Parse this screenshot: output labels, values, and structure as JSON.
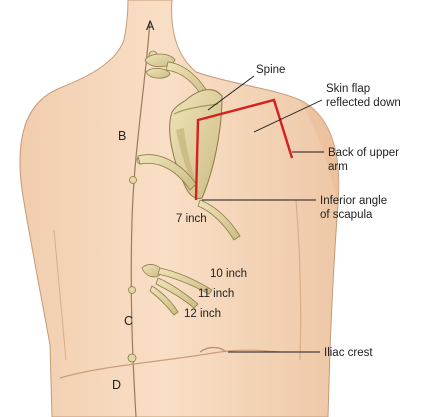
{
  "colors": {
    "skin": "#f7d8bc",
    "skin_shadow": "#e8bf9d",
    "outline": "#c39a78",
    "bone": "#e5d6a4",
    "bone_shadow": "#bfae76",
    "bone_outline": "#8a7a48",
    "incision": "#d42020",
    "leader": "#1a1a1a"
  },
  "diagram": {
    "spine_letters": [
      "A",
      "B",
      "C",
      "D"
    ],
    "labels": {
      "spine": "Spine",
      "skin_flap": [
        "Skin flap",
        "reflected down"
      ],
      "back_upper_arm": [
        "Back of upper",
        "arm"
      ],
      "inferior_angle": [
        "Inferior angle",
        "of scapula"
      ],
      "iliac_crest": "Iliac crest"
    },
    "rib_labels": [
      "7 inch",
      "10 inch",
      "11 inch",
      "12 inch"
    ]
  }
}
